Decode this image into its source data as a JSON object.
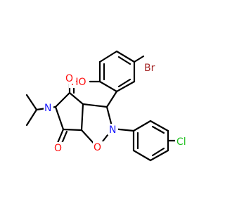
{
  "colors": {
    "oxygen": "#ff0d0d",
    "nitrogen": "#1a1aff",
    "bromine": "#a62929",
    "chlorine": "#1fc01f",
    "bond": "#000000",
    "background": "#ffffff"
  },
  "atoms": {
    "oh": "HO",
    "br": "Br",
    "o_upper": "O",
    "o_lower": "O",
    "n_imide": "N",
    "n_ring": "N",
    "o_ring": "O",
    "cl": "Cl"
  }
}
